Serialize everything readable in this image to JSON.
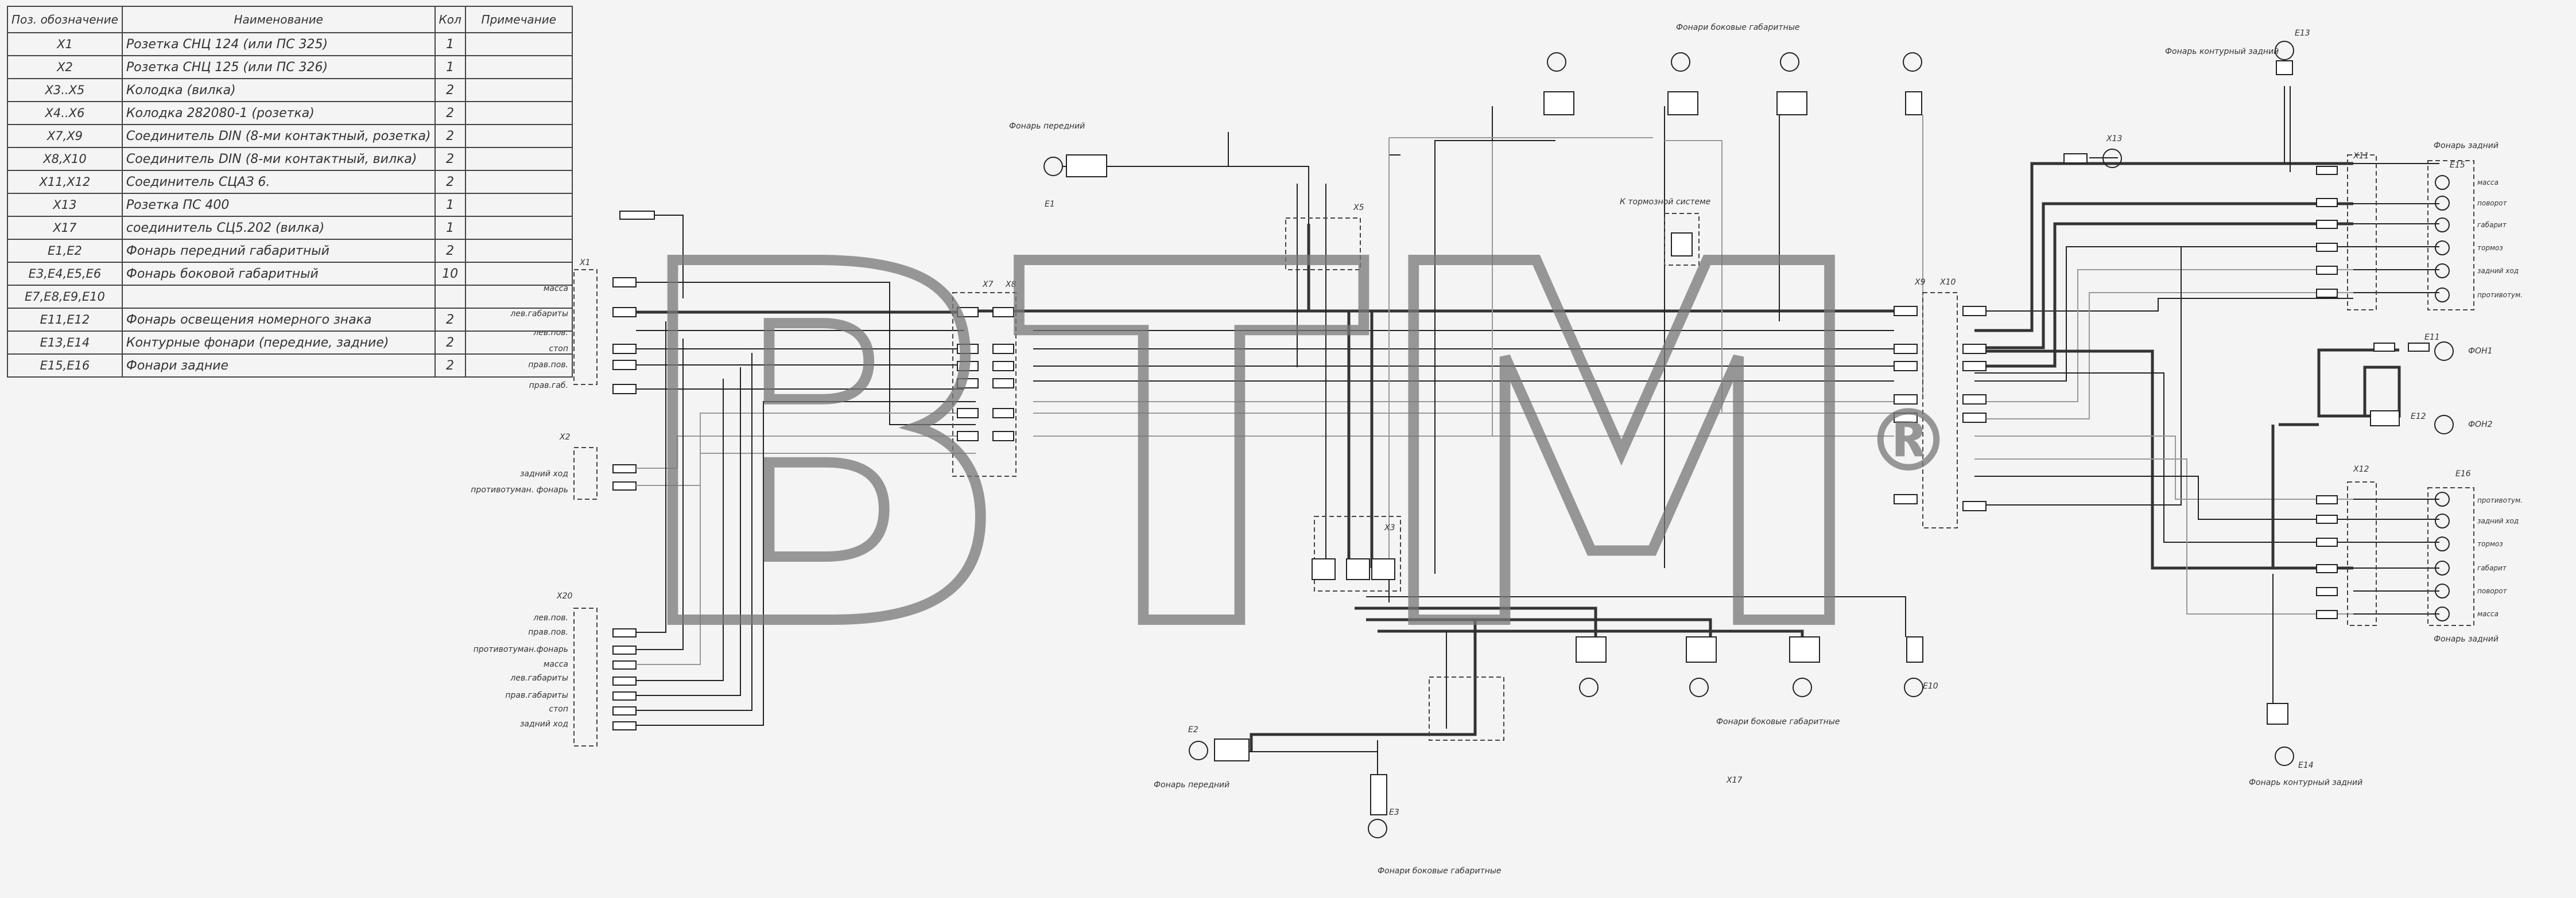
{
  "legend": {
    "headers": [
      "Поз. обозначение",
      "Наименование",
      "Кол",
      "Примечание"
    ],
    "rows": [
      {
        "pos": "X1",
        "name": "Розетка СНЦ 124 (или ПС 325)",
        "qty": "1",
        "note": ""
      },
      {
        "pos": "X2",
        "name": "Розетка СНЦ 125 (или ПС 326)",
        "qty": "1",
        "note": ""
      },
      {
        "pos": "X3..X5",
        "name": "Колодка (вилка)",
        "qty": "2",
        "note": ""
      },
      {
        "pos": "X4..X6",
        "name": "Колодка 282080-1 (розетка)",
        "qty": "2",
        "note": ""
      },
      {
        "pos": "X7,X9",
        "name": "Соединитель DIN (8-ми контактный, розетка)",
        "qty": "2",
        "note": ""
      },
      {
        "pos": "X8,X10",
        "name": "Соединитель DIN (8-ми контактный, вилка)",
        "qty": "2",
        "note": ""
      },
      {
        "pos": "X11,X12",
        "name": "Соединитель СЦАЗ 6.",
        "qty": "2",
        "note": ""
      },
      {
        "pos": "X13",
        "name": "Розетка ПС 400",
        "qty": "1",
        "note": ""
      },
      {
        "pos": "X17",
        "name": "соединитель СЦ5.202 (вилка)",
        "qty": "1",
        "note": ""
      },
      {
        "pos": "E1,E2",
        "name": "Фонарь передний габаритный",
        "qty": "2",
        "note": ""
      },
      {
        "pos": "E3,E4,E5,E6",
        "name": "Фонарь боковой габаритный",
        "qty": "10",
        "note": ""
      },
      {
        "pos": "E7,E8,E9,E10",
        "name": "",
        "qty": "",
        "note": ""
      },
      {
        "pos": "E11,E12",
        "name": "Фонарь освещения номерного знака",
        "qty": "2",
        "note": ""
      },
      {
        "pos": "E13,E14",
        "name": "Контурные фонари (передние, задние)",
        "qty": "2",
        "note": ""
      },
      {
        "pos": "E15,E16",
        "name": "Фонари задние",
        "qty": "2",
        "note": ""
      }
    ]
  },
  "watermark": {
    "text": "BTM",
    "mark": "®"
  },
  "labels": {
    "front_light_top": "Фонарь передний",
    "front_light_bottom": "Фонарь передний",
    "side_lights_top": "Фонари боковые габаритные",
    "side_lights_mid": "Фонари боковые габаритные",
    "side_lights_bottom": "Фонари боковые габаритные",
    "contour_rear_top": "Фонарь контурный задний",
    "contour_rear_bottom": "Фонарь контурный задний",
    "brake_system": "К тормозной системе",
    "rear_light_top": "Фонарь задний",
    "rear_light_bottom": "Фонарь задний"
  },
  "x1_pins": [
    "масса",
    "лев.габариты",
    "лев.пов.",
    "стоп",
    "прав.пов.",
    "прав.габ."
  ],
  "x2_pins": [
    "задний ход",
    "противотуман. фонарь"
  ],
  "x20_pins": [
    "лев.пов.",
    "прав.пов.",
    "противотуман.фонарь",
    "масса",
    "лев.габариты",
    "прав.габариты",
    "стоп",
    "задний ход"
  ],
  "e15_pins": [
    "масса",
    "поворот",
    "габарит",
    "тормоз",
    "задний ход",
    "противотум."
  ],
  "e16_pins": [
    "противотум.",
    "задний ход",
    "тормоз",
    "габарит",
    "поворот",
    "масса"
  ],
  "e11_label": "ФОН1",
  "e12_label": "ФОН2",
  "refs": {
    "x1": "X1",
    "x2": "X2",
    "x20": "X20",
    "x3": "X3",
    "x5": "X5",
    "x7": "X7",
    "x8": "X8",
    "x9": "X9",
    "x10": "X10",
    "x11": "X11",
    "x12": "X12",
    "x13": "X13",
    "x17": "X17",
    "e1": "E1",
    "e2": "E2",
    "e11": "E11",
    "e12": "E12",
    "e13": "E13",
    "e14": "E14",
    "e15": "E15",
    "e16": "E16",
    "e3": "E3",
    "e10": "E10"
  }
}
